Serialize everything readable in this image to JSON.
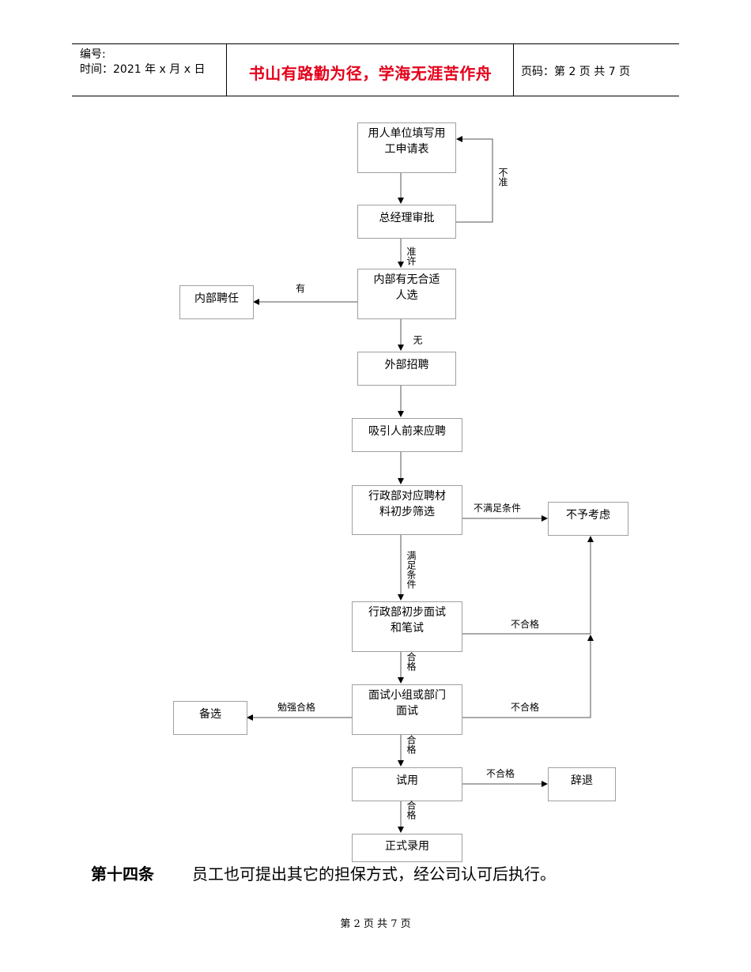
{
  "header": {
    "number_label": "编号:",
    "time_label": "时间：2021 年 x 月 x 日",
    "motto": "书山有路勤为径，学海无涯苦作舟",
    "page_label": "页码：第 2 页  共 7 页"
  },
  "flowchart": {
    "nodes": {
      "apply": "用人单位填写用工申请表",
      "approve": "总经理审批",
      "internal_check": "内部有无合适人选",
      "internal_hire": "内部聘任",
      "external": "外部招聘",
      "attract": "吸引人前来应聘",
      "screen": "行政部对应聘材料初步筛选",
      "reject": "不予考虑",
      "interview1": "行政部初步面试和笔试",
      "interview2": "面试小组或部门面试",
      "reserve": "备选",
      "trial": "试用",
      "dismiss": "辞退",
      "hire": "正式录用"
    },
    "edge_labels": {
      "not_approved": "不准",
      "approved": "准许",
      "yes": "有",
      "no": "无",
      "not_qualified": "不满足条件",
      "qualified": "满足条件",
      "fail1": "不合格",
      "pass1": "合格",
      "barely_pass": "勉强合格",
      "fail2": "不合格",
      "pass2": "合格",
      "fail3": "不合格",
      "pass3": "合格"
    }
  },
  "article": {
    "number": "第十四条",
    "text": "员工也可提出其它的担保方式，经公司认可后执行。"
  },
  "footer": {
    "page": "第 2 页 共 7 页"
  }
}
